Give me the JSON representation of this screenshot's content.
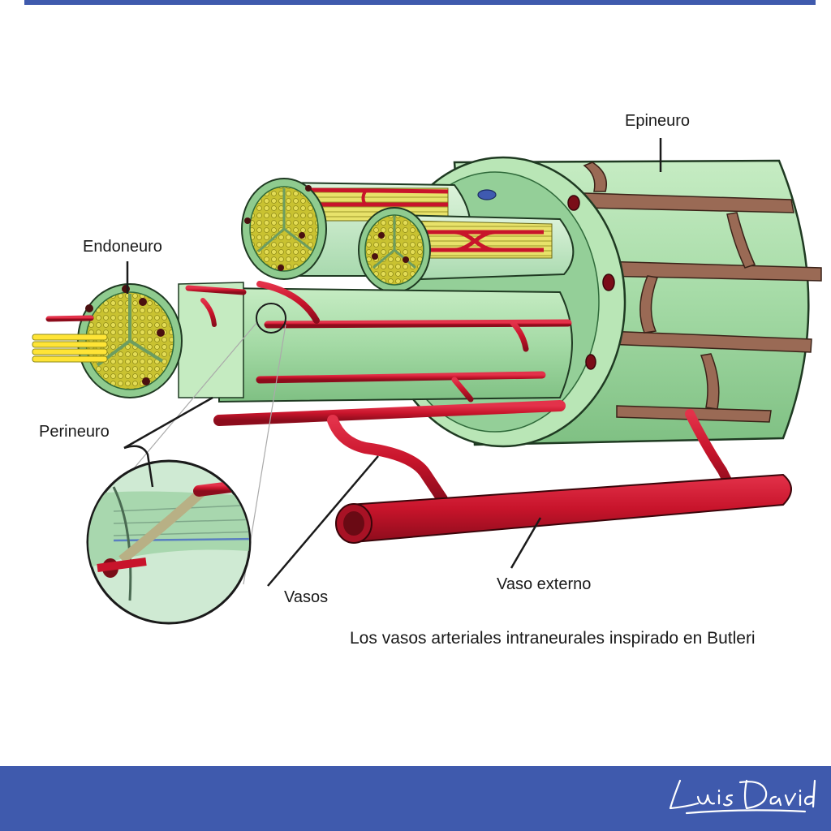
{
  "labels": {
    "epineuro": "Epineuro",
    "endoneuro": "Endoneuro",
    "perineuro": "Perineuro",
    "vasos": "Vasos",
    "vaso_externo": "Vaso externo"
  },
  "caption": "Los vasos arteriales intraneurales inspirado en Butleri",
  "signature_text": "Luis David",
  "colors": {
    "brand": "#3f5aad",
    "nerve_green": "#a7dcaa",
    "nerve_green_dark": "#2f6a3a",
    "vessel_red": "#c8142b",
    "vessel_dark": "#7a0d18",
    "fascicle_yellow": "#c9c231",
    "epineuro_brown": "#9a6a55"
  }
}
